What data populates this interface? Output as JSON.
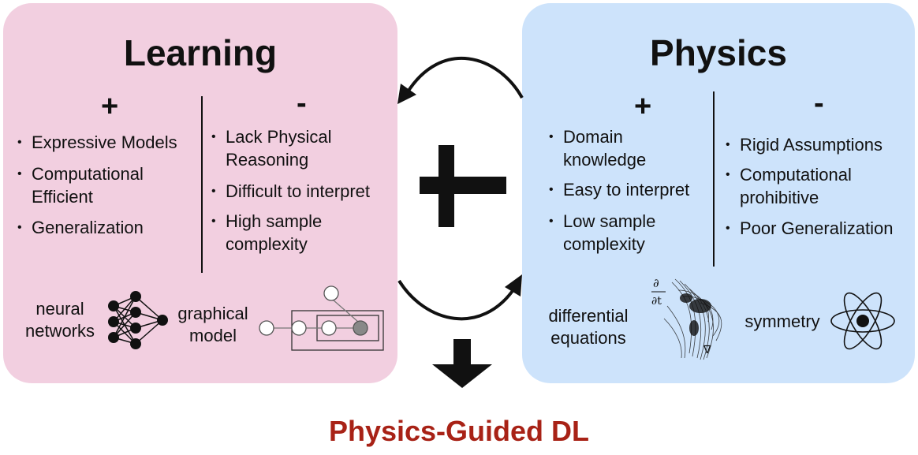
{
  "learning": {
    "title": "Learning",
    "plus": "+",
    "minus": "-",
    "pros": [
      "Expressive Models",
      "Computational Efficient",
      "Generalization"
    ],
    "cons": [
      "Lack Physical Reasoning",
      "Difficult to interpret",
      "High sample complexity"
    ],
    "nn_label": "neural networks",
    "gm_label": "graphical model"
  },
  "physics": {
    "title": "Physics",
    "plus": "+",
    "minus": "-",
    "pros": [
      "Domain knowledge",
      "Easy to interpret",
      "Low sample complexity"
    ],
    "cons": [
      "Rigid Assumptions",
      "Computational prohibitive",
      "Poor Generalization"
    ],
    "de_label": "differential equations",
    "sym_label": "symmetry"
  },
  "bullet": "•",
  "result": "Physics-Guided DL",
  "colors": {
    "learning_bg": "#f2cfe0",
    "physics_bg": "#cde3fb",
    "result": "#a82216"
  },
  "icons": [
    "neural-network-icon",
    "graphical-model-icon",
    "partial-derivative-icon",
    "atom-icon"
  ]
}
